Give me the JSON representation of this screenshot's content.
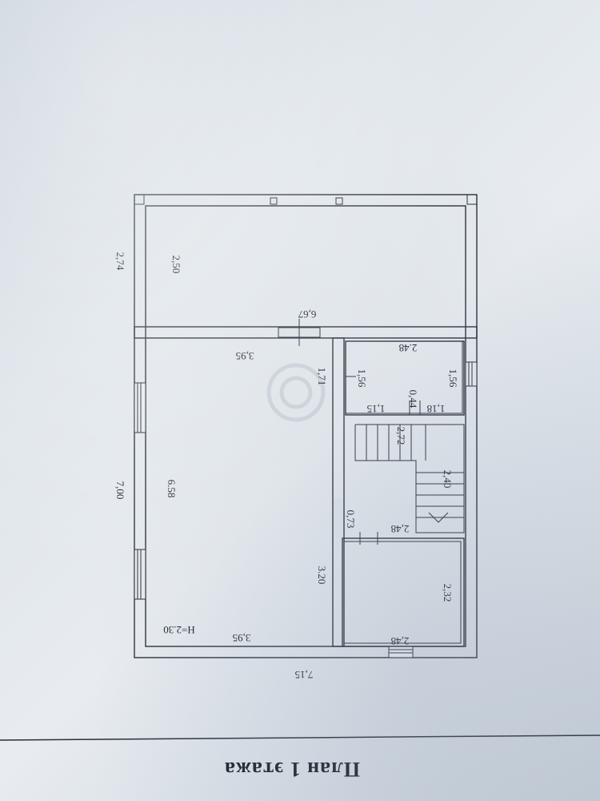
{
  "title": "План 1 этажа",
  "dimensions": {
    "overall_width": "7,15",
    "overall_depth": "7,00",
    "porch_depth": "2,74",
    "porch_inner": "2,50",
    "porch_width": "6,67",
    "living_width_top": "3,95",
    "living_width_bottom": "3,95",
    "living_depth": "6.58",
    "living_partition": "3.20",
    "ceiling_height": "H=2.30",
    "bath_width": "2.48",
    "bath_side": "1,56",
    "bath_side_outer": "1,56",
    "bath_door": "1,71",
    "bath_bottom": "1,15",
    "bath_bottom_right": "1,18",
    "bath_gap": "0,44",
    "hall_mid": "2,72",
    "stairs_length": "2,40",
    "hall_width": "2,48",
    "hall_depth": "0,73",
    "bedroom_width": "2,48",
    "bedroom_depth": "2,32"
  }
}
